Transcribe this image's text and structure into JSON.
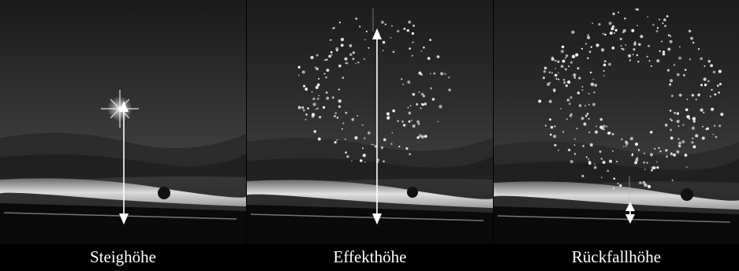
{
  "panels": [
    {
      "caption": "Steighöhe"
    },
    {
      "caption": "Effekthöhe"
    },
    {
      "caption": "Rückfallhöhe"
    }
  ],
  "colors": {
    "background": "#000000",
    "sky_dark": "#1c1c1c",
    "sky_light": "#3a3a3a",
    "horizon_glow": "#d8d8d8",
    "arrow": "#ffffff",
    "caption_text": "#ffffff"
  }
}
